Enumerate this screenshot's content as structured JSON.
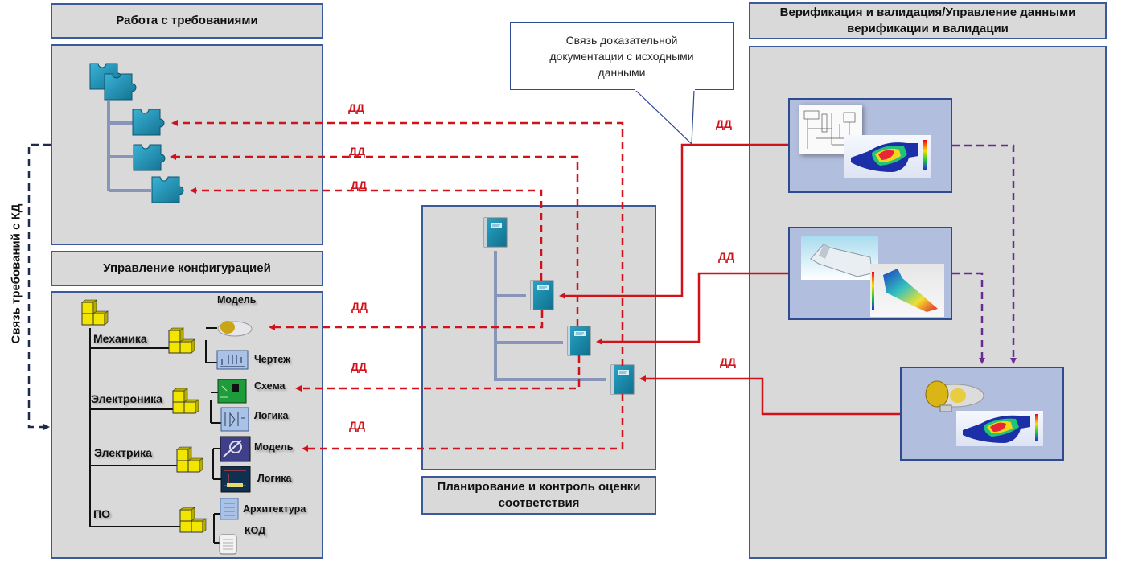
{
  "requirements": {
    "title": "Работа с требованиями"
  },
  "configuration": {
    "title": "Управление конфигурацией",
    "branches": [
      {
        "label": "Механика",
        "items": [
          "Модель",
          "Чертеж"
        ]
      },
      {
        "label": "Электроника",
        "items": [
          "Схема",
          "Логика"
        ]
      },
      {
        "label": "Электрика",
        "items": [
          "Модель",
          "Логика"
        ]
      },
      {
        "label": "ПО",
        "items": [
          "Архитектура",
          "КОД"
        ]
      }
    ]
  },
  "planning": {
    "title": "Планирование и контроль оценки соответствия"
  },
  "verification": {
    "title": "Верификация и валидация/Управление данными верификации и валидации"
  },
  "callout": {
    "text": "Связь доказательной документации с исходными данными"
  },
  "side_link": {
    "label": "Связь требований с КД"
  },
  "link_label": "ДД",
  "colors": {
    "panel_bg": "#d9d9d9",
    "panel_border": "#3b5a9a",
    "inner_box": "#b2bedd",
    "link_red": "#d0121b",
    "link_purple": "#6a2c91",
    "link_navy": "#1f2a4d",
    "puzzle": "#1f8fb3",
    "book": "#1a86a8",
    "block_yellow": "#f2e600",
    "tree_line": "#8796b8"
  }
}
